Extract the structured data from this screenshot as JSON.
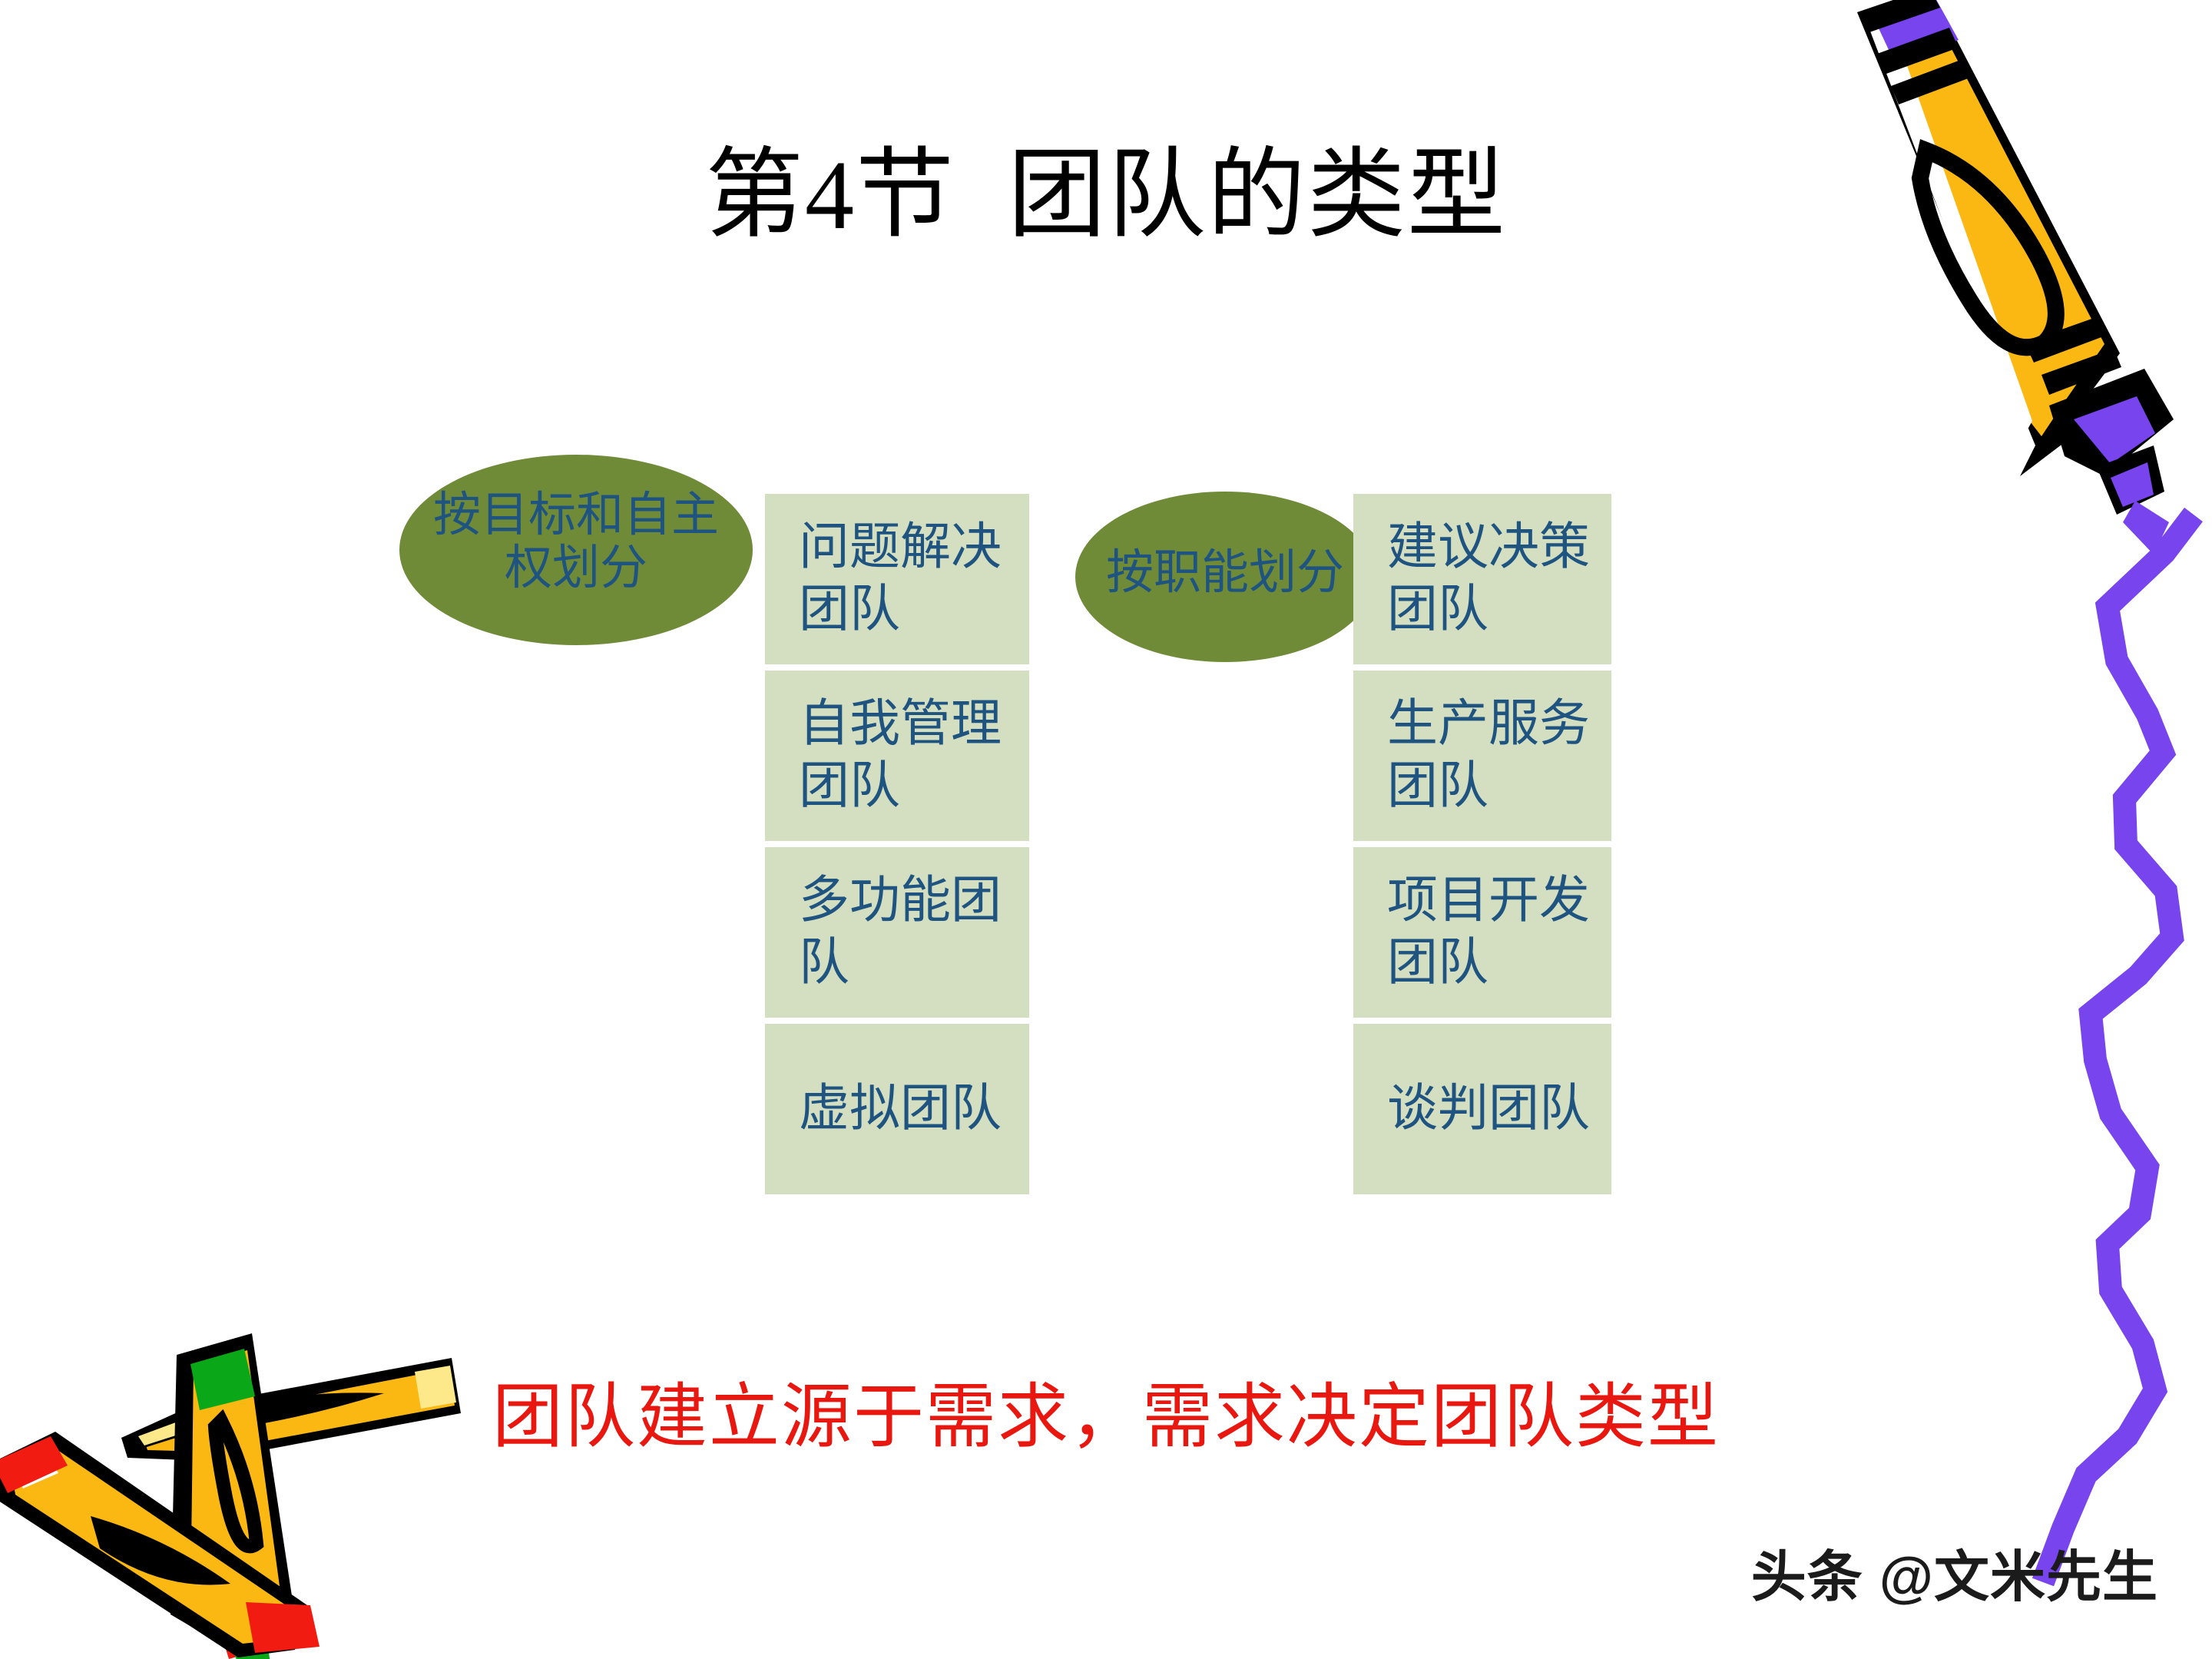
{
  "slide": {
    "title": "第4节  团队的类型",
    "conclusion": "团队建立源于需求，需求决定团队类型",
    "watermark": "头条 @文米先生"
  },
  "colors": {
    "background": "#ffffff",
    "title_text": "#000000",
    "ellipse_fill": "#6f8b38",
    "box_fill": "#d4dfc2",
    "box_text": "#1f5480",
    "conclusion_text": "#e8170f",
    "crayon_body": "#fbb712",
    "crayon_purple": "#7744ee",
    "crayon_outline": "#000000",
    "crayon_green": "#0aa818",
    "crayon_red": "#f21b11",
    "crayon_pale_yellow": "#fde98a",
    "squiggle": "#7744ee"
  },
  "groups": [
    {
      "id": "goal-autonomy",
      "ellipse_label": "按目标和自主权划分",
      "boxes": [
        {
          "label": "问题解决团队"
        },
        {
          "label": "自我管理团队"
        },
        {
          "label": "多功能团队"
        },
        {
          "label": "虚拟团队"
        }
      ]
    },
    {
      "id": "function",
      "ellipse_label": "按职能划分",
      "boxes": [
        {
          "label": "建议决策团队"
        },
        {
          "label": "生产服务团队"
        },
        {
          "label": "项目开发团队"
        },
        {
          "label": "谈判团队"
        }
      ]
    }
  ],
  "decorations": [
    {
      "name": "crayon-top-right",
      "icon": "crayon-icon"
    },
    {
      "name": "squiggle-right",
      "icon": "squiggle-line-icon"
    },
    {
      "name": "crayons-bottom-left",
      "icon": "crayon-group-icon"
    }
  ]
}
